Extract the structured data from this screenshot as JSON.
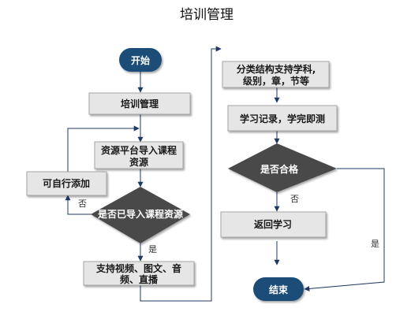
{
  "title": "培训管理",
  "nodes": {
    "start": "开始",
    "training_mgmt": "培训管理",
    "import_line1": "资源平台导入课程",
    "import_line2": "资源",
    "self_add": "可自行添加",
    "decision_import": "是否已导入课程资源",
    "support_line1": "支持视频、图文、音",
    "support_line2": "频、直播",
    "category_line1": "分类结构支持学科,",
    "category_line2": "级别，章，节等",
    "record": "学习记录，学完即测",
    "decision_pass": "是否合格",
    "return_study": "返回学习",
    "end": "结束"
  },
  "edge_labels": {
    "no_1": "否",
    "yes_1": "是",
    "no_2": "否",
    "yes_2": "是"
  },
  "colors": {
    "terminal_fill": "#1f4e79",
    "process_fill": "#e6e6e6",
    "process_stroke": "#a6a6a6",
    "decision_fill": "#4a4a4a",
    "line": "#1f3864"
  }
}
